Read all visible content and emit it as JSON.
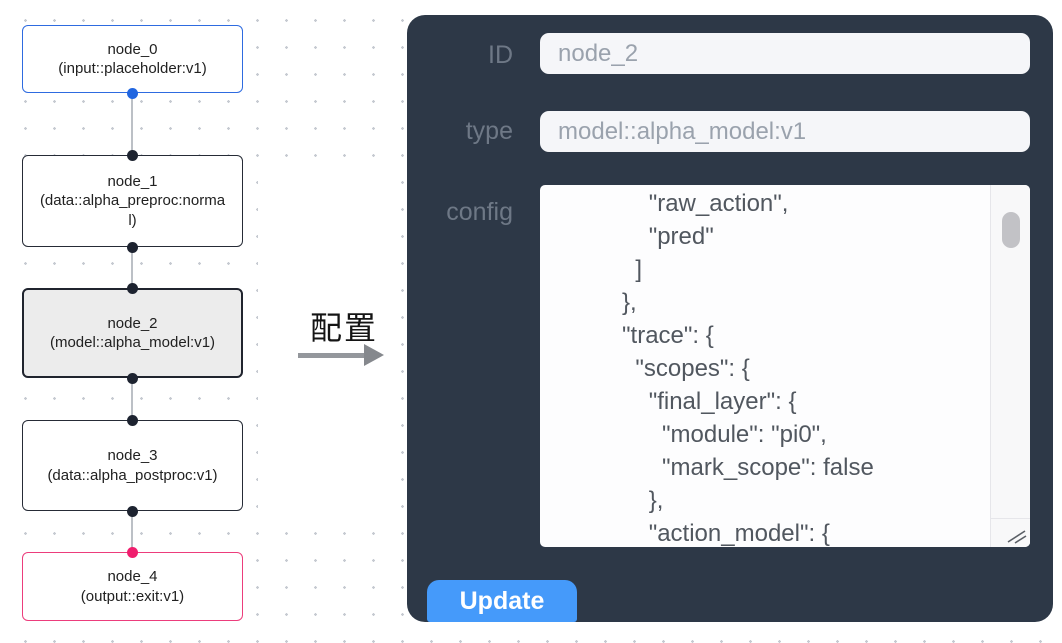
{
  "canvas": {
    "nodes": [
      {
        "name": "node_0",
        "type_text": "(input::placeholder:v1)",
        "role": "input",
        "border_color": "#2e6be0"
      },
      {
        "name": "node_1",
        "type_text": "(data::alpha_preproc:normal)",
        "role": "data",
        "border_color": "#262b36"
      },
      {
        "name": "node_2",
        "type_text": "(model::alpha_model:v1)",
        "role": "model",
        "border_color": "#20242e",
        "selected": true
      },
      {
        "name": "node_3",
        "type_text": "(data::alpha_postproc:v1)",
        "role": "data",
        "border_color": "#262b36"
      },
      {
        "name": "node_4",
        "type_text": "(output::exit:v1)",
        "role": "output",
        "border_color": "#ec3d7c"
      }
    ],
    "annotation": {
      "label": "配置",
      "arrow": "right-arrow"
    }
  },
  "panel": {
    "fields": {
      "id": {
        "label": "ID",
        "value": "node_2"
      },
      "type": {
        "label": "type",
        "value": "model::alpha_model:v1"
      }
    },
    "config": {
      "label": "config",
      "text": "                \"raw_action\",\n                \"pred\"\n              ]\n            },\n            \"trace\": {\n              \"scopes\": {\n                \"final_layer\": {\n                  \"module\": \"pi0\",\n                  \"mark_scope\": false\n                },\n                \"action_model\": {"
    },
    "update_label": "Update"
  },
  "colors": {
    "panel_bg": "#2d3847",
    "field_bg": "#f5f6f9",
    "field_text": "#9aa2ad",
    "label_text": "#6e7886",
    "config_text": "#51575f",
    "update_button": "#459afa",
    "node_selected_bg": "#ececec",
    "input_node_border": "#2e6be0",
    "output_node_border": "#ec3d7c",
    "port_dark": "#1d2330",
    "port_blue": "#2166e0",
    "port_pink": "#f01e6e",
    "edge": "#bcc0c6",
    "grid_dot": "#c6cad1"
  }
}
